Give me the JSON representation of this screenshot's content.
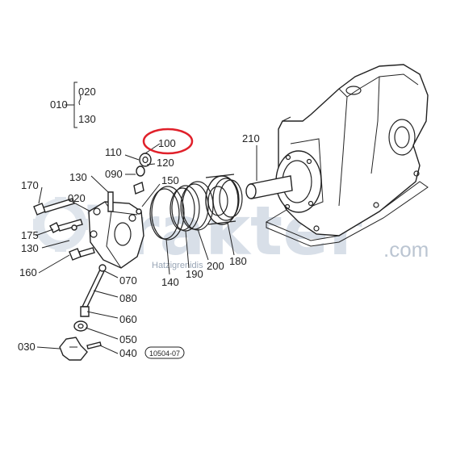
{
  "watermark": {
    "brand": "Trakter",
    "domain": ".com",
    "small": "Hatzigrenidis"
  },
  "highlight": {
    "color": "#e0202a"
  },
  "callouts": {
    "c010": "010",
    "c020_group": "020",
    "c130_group": "130",
    "c020": "020",
    "c030": "030",
    "c040": "040",
    "c050": "050",
    "c060": "060",
    "c070": "070",
    "c080": "080",
    "c090": "090",
    "c100": "100",
    "c110": "110",
    "c120": "120",
    "c130a": "130",
    "c130b": "130",
    "c140": "140",
    "c150": "150",
    "c160": "160",
    "c170": "170",
    "c175": "175",
    "c180": "180",
    "c190": "190",
    "c200": "200",
    "c210": "210"
  },
  "drawing_code": "10504-07"
}
